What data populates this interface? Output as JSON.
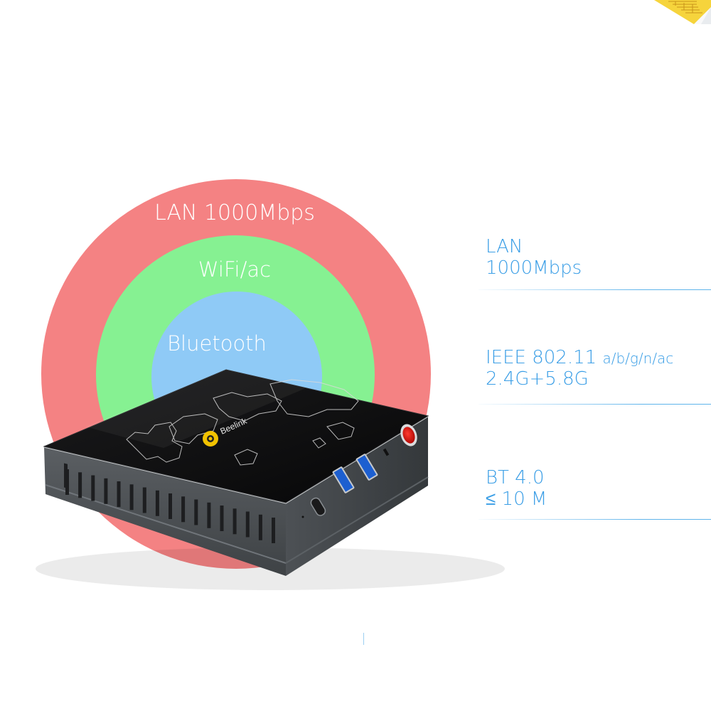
{
  "rings": {
    "outer_label": "LAN 1000Mbps",
    "middle_label": "WiFi/ac",
    "inner_label": "Bluetooth",
    "outer_color": "#f48283",
    "middle_color": "#86f192",
    "inner_color": "#8fcaf6"
  },
  "specs": [
    {
      "line1": "LAN",
      "line2": "1000Mbps"
    },
    {
      "line1": "IEEE 802.11",
      "line1_small": "a/b/g/n/ac",
      "line2": "2.4G+5.8G"
    },
    {
      "line1": "BT 4.0",
      "line2": "≤ 10 M"
    }
  ],
  "device": {
    "brand": "Beelink"
  },
  "accent_color": "#3a9ee6"
}
